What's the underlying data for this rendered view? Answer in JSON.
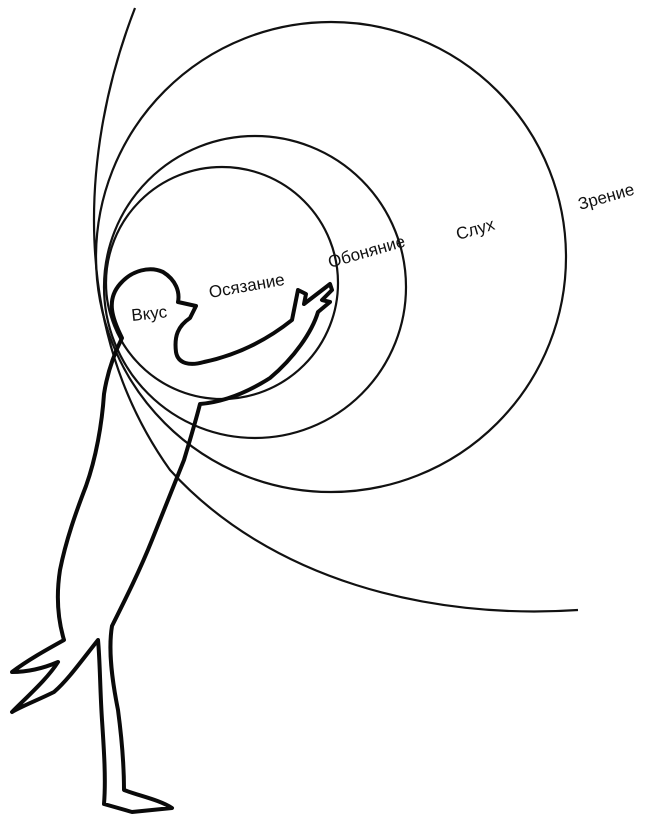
{
  "senses": [
    {
      "id": "taste",
      "label": "Вкус"
    },
    {
      "id": "touch",
      "label": "Осязание"
    },
    {
      "id": "smell",
      "label": "Обоняние"
    },
    {
      "id": "hearing",
      "label": "Слух"
    },
    {
      "id": "vision",
      "label": "Зрение"
    }
  ],
  "colors": {
    "background": "#ffffff",
    "line": "#111111"
  }
}
